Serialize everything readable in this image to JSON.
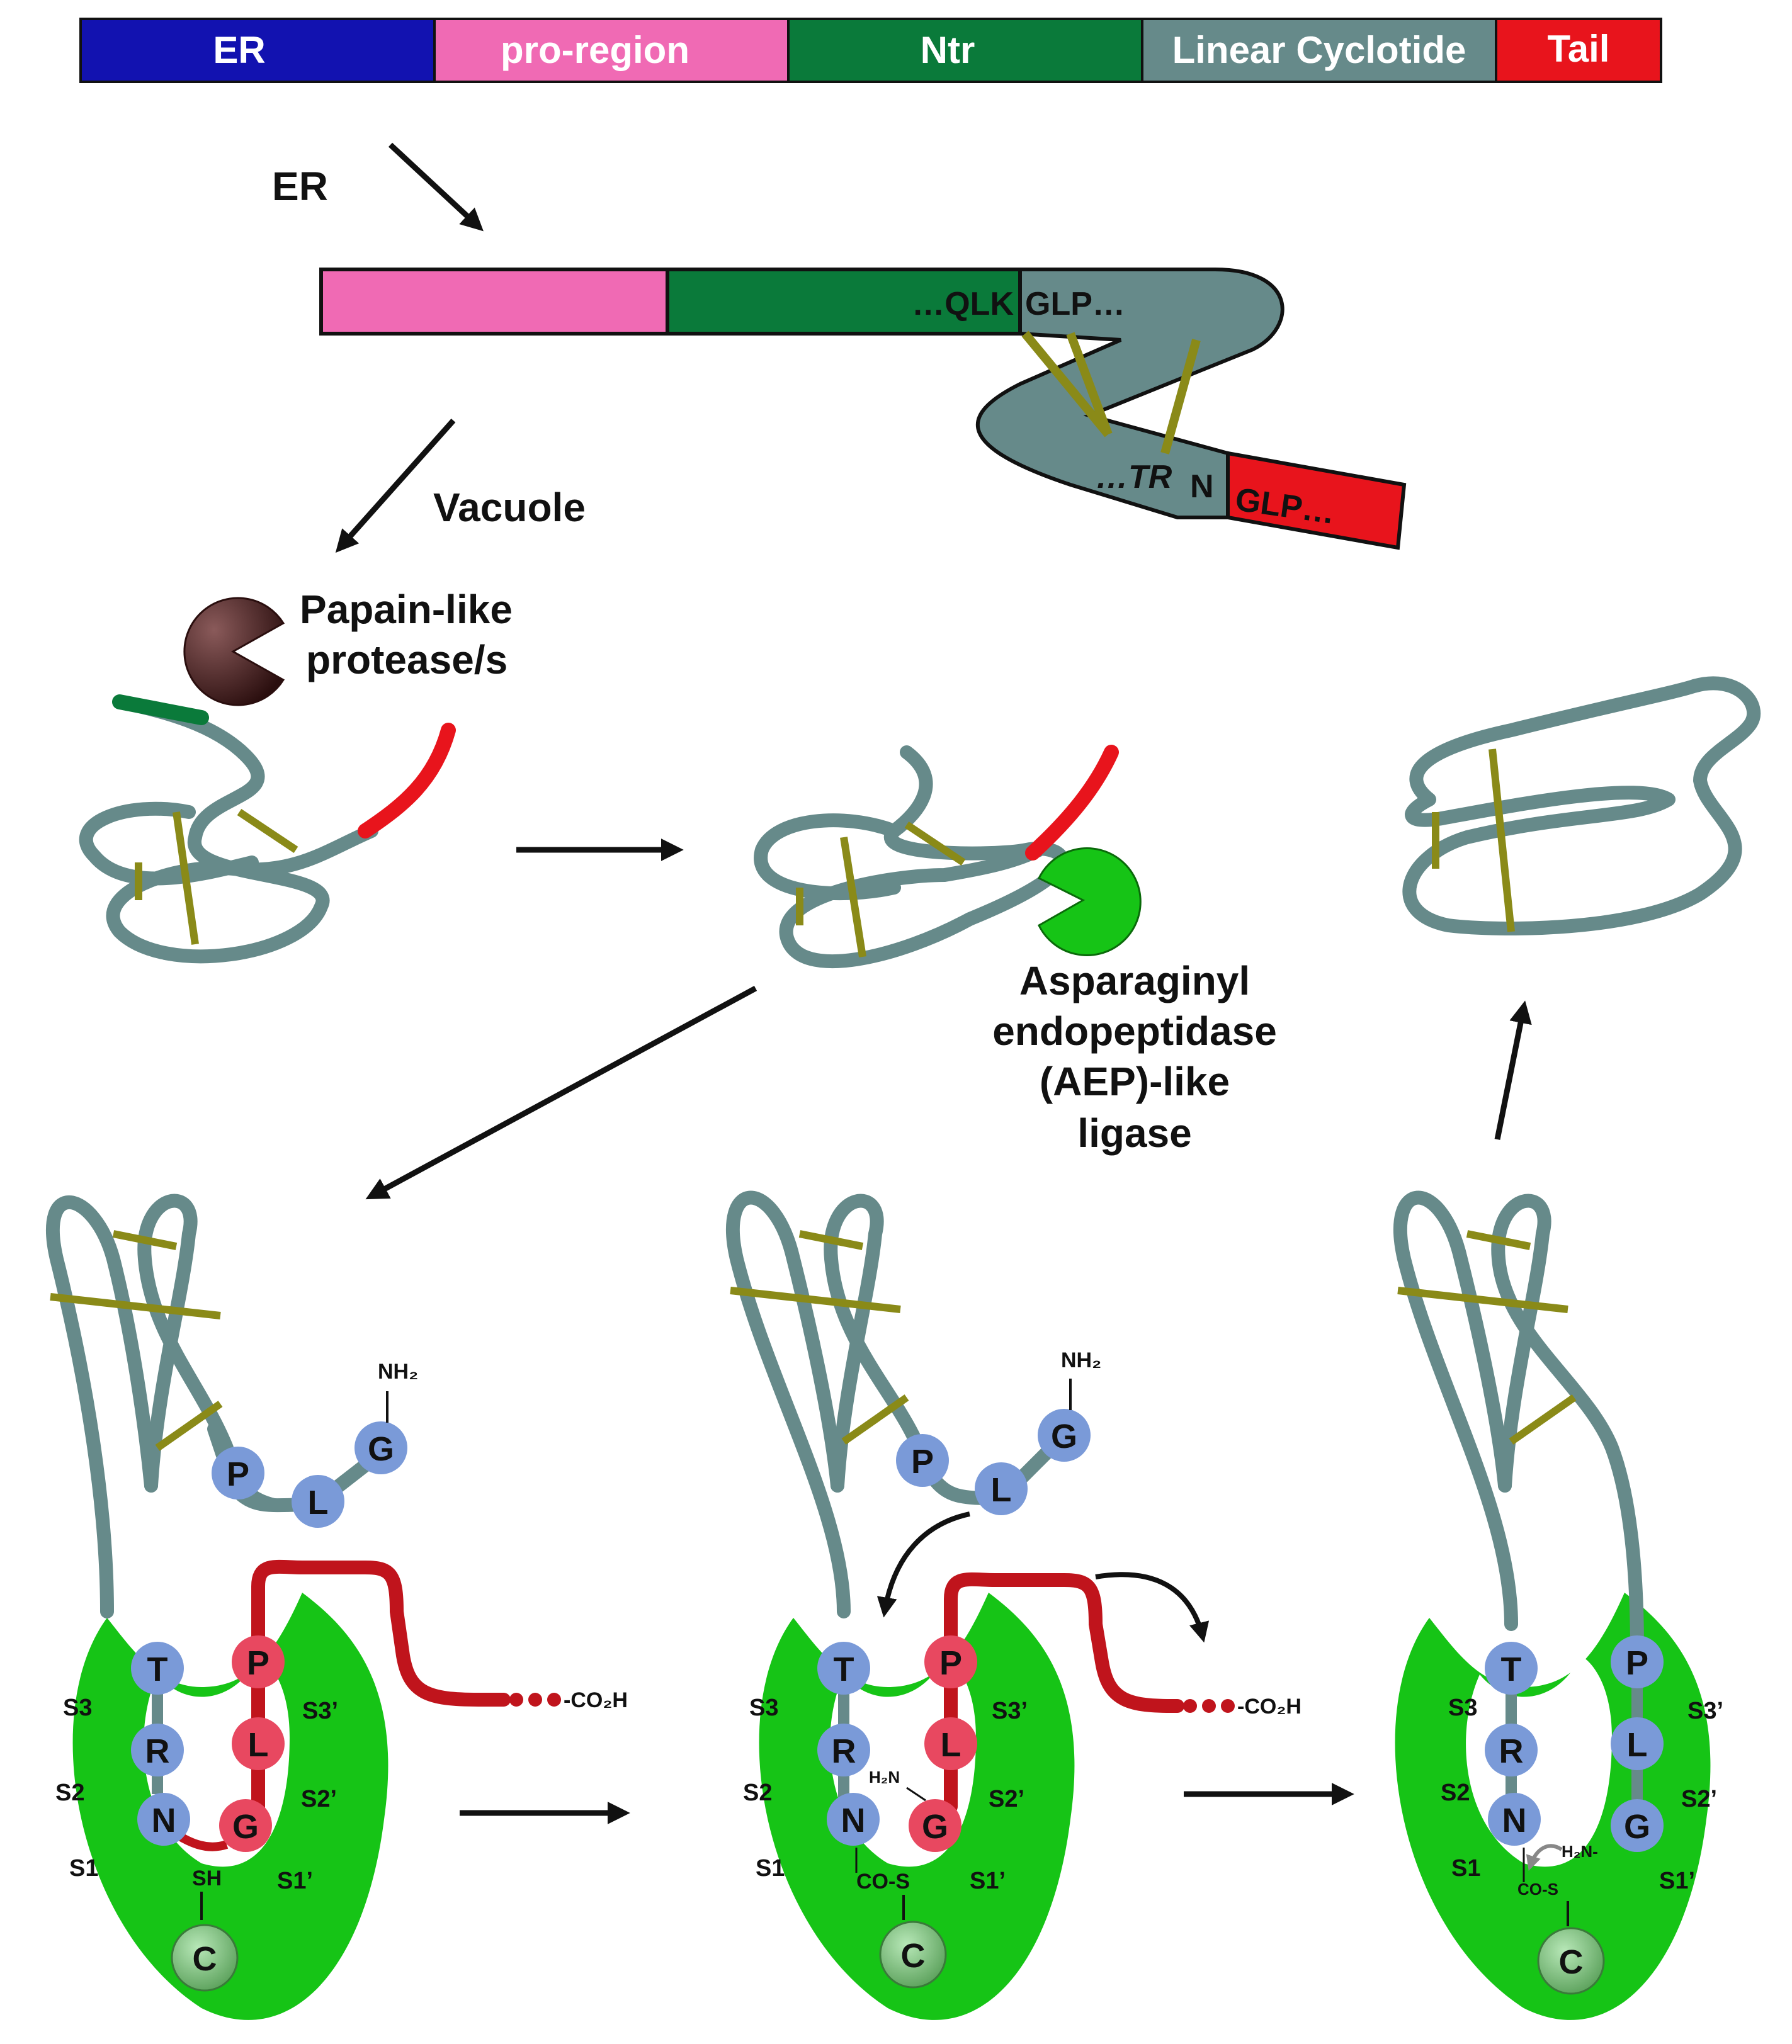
{
  "colors": {
    "er": "#1212b0",
    "pro_region": "#f06ab4",
    "ntr": "#0a7a3a",
    "cyclotide": "#668a8a",
    "tail": "#e8141c",
    "disulfide": "#8a8a18",
    "enzyme": "#16c416",
    "residue_blue": "#7a9ad8",
    "residue_red": "#e84860",
    "protease": "#5a2a2a"
  },
  "precursor_bar": {
    "segments": [
      {
        "label": "ER",
        "color": "#1212b0"
      },
      {
        "label": "pro-region",
        "color": "#f06ab4"
      },
      {
        "label": "Ntr",
        "color": "#0a7a3a"
      },
      {
        "label": "Linear Cyclotide",
        "color": "#668a8a"
      },
      {
        "label": "Tail",
        "color": "#e8141c"
      }
    ]
  },
  "labels": {
    "er_step": "ER",
    "vacuole_step": "Vacuole",
    "papain_line1": "Papain-like",
    "papain_line2": "protease/s",
    "aep_line1": "Asparaginyl",
    "aep_line2": "endopeptidase",
    "aep_line3": "(AEP)-like",
    "aep_line4": "ligase"
  },
  "sequences": {
    "n_cleavage_left": "…QLK",
    "n_cleavage_right": "GLP…",
    "c_site_prefix": "…TR",
    "c_site_n": "N",
    "c_tail": "GLP…"
  },
  "active_site": {
    "subsites_left": [
      "S3",
      "S2",
      "S1"
    ],
    "subsites_right": [
      "S3’",
      "S2’",
      "S1’"
    ],
    "catalytic_residue": "C",
    "thiol": "SH",
    "thioester": "CO-S",
    "amine_nh2": "NH₂",
    "amine_h2n": "H₂N",
    "amine_h2n_dash": "H₂N-",
    "carboxyl": "-CO₂H",
    "residues_blue": [
      "T",
      "R",
      "N"
    ],
    "residues_red": [
      "P",
      "L",
      "G"
    ],
    "nterm_residues": [
      "P",
      "L",
      "G"
    ]
  }
}
